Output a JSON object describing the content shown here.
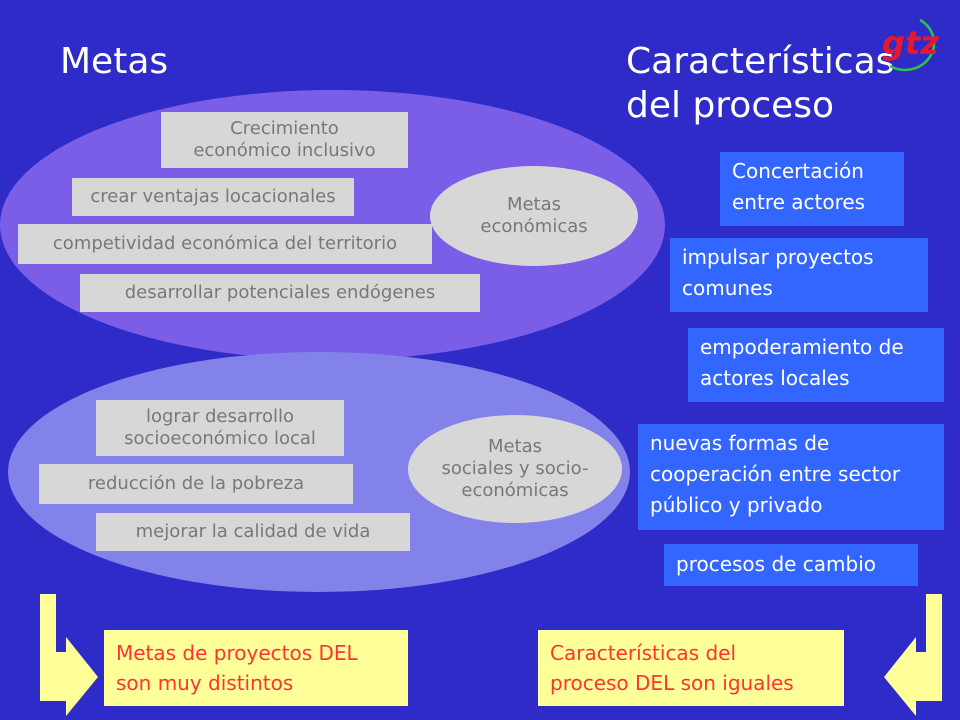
{
  "titles": {
    "left": "Metas",
    "right_line1": "Características",
    "right_line2": "del proceso"
  },
  "logo": {
    "text": "gtz"
  },
  "economic": {
    "oval": {
      "line1": "Metas",
      "line2": "económicas"
    },
    "items": {
      "crecimiento": {
        "line1": "Crecimiento",
        "line2": "económico inclusivo"
      },
      "ventajas": "crear ventajas locacionales",
      "competitividad": "competividad económica del territorio",
      "potenciales": "desarrollar potenciales endógenes"
    }
  },
  "social": {
    "oval": {
      "line1": "Metas",
      "line2": "sociales y socio-",
      "line3": "económicas"
    },
    "items": {
      "desarrollo": {
        "line1": "lograr desarrollo",
        "line2": "socioeconómico local"
      },
      "pobreza": "reducción de la pobreza",
      "calidad": "mejorar la calidad de vida"
    }
  },
  "process": {
    "concertacion": {
      "line1": "Concertación",
      "line2": "entre actores"
    },
    "proyectos": {
      "line1": "impulsar proyectos",
      "line2": "comunes"
    },
    "empoderamiento": {
      "line1": "empoderamiento de",
      "line2": "actores locales"
    },
    "cooperacion": {
      "line1": "nuevas formas de",
      "line2": "cooperación entre sector",
      "line3": "público y privado"
    },
    "cambio": "procesos de cambio"
  },
  "conclusions": {
    "left": {
      "line1": "Metas de proyectos DEL",
      "line2": "son muy distintos"
    },
    "right": {
      "line1": "Características del",
      "line2": "proceso DEL son iguales"
    }
  },
  "colors": {
    "background": "#2f2bc8",
    "economic_ellipse": "#7a5ee8",
    "social_ellipse": "#8282ea",
    "gray_box": "#d7d7d7",
    "blue_box": "#3366ff",
    "yellow_box": "#ffff99",
    "red_text": "#ff3333"
  }
}
